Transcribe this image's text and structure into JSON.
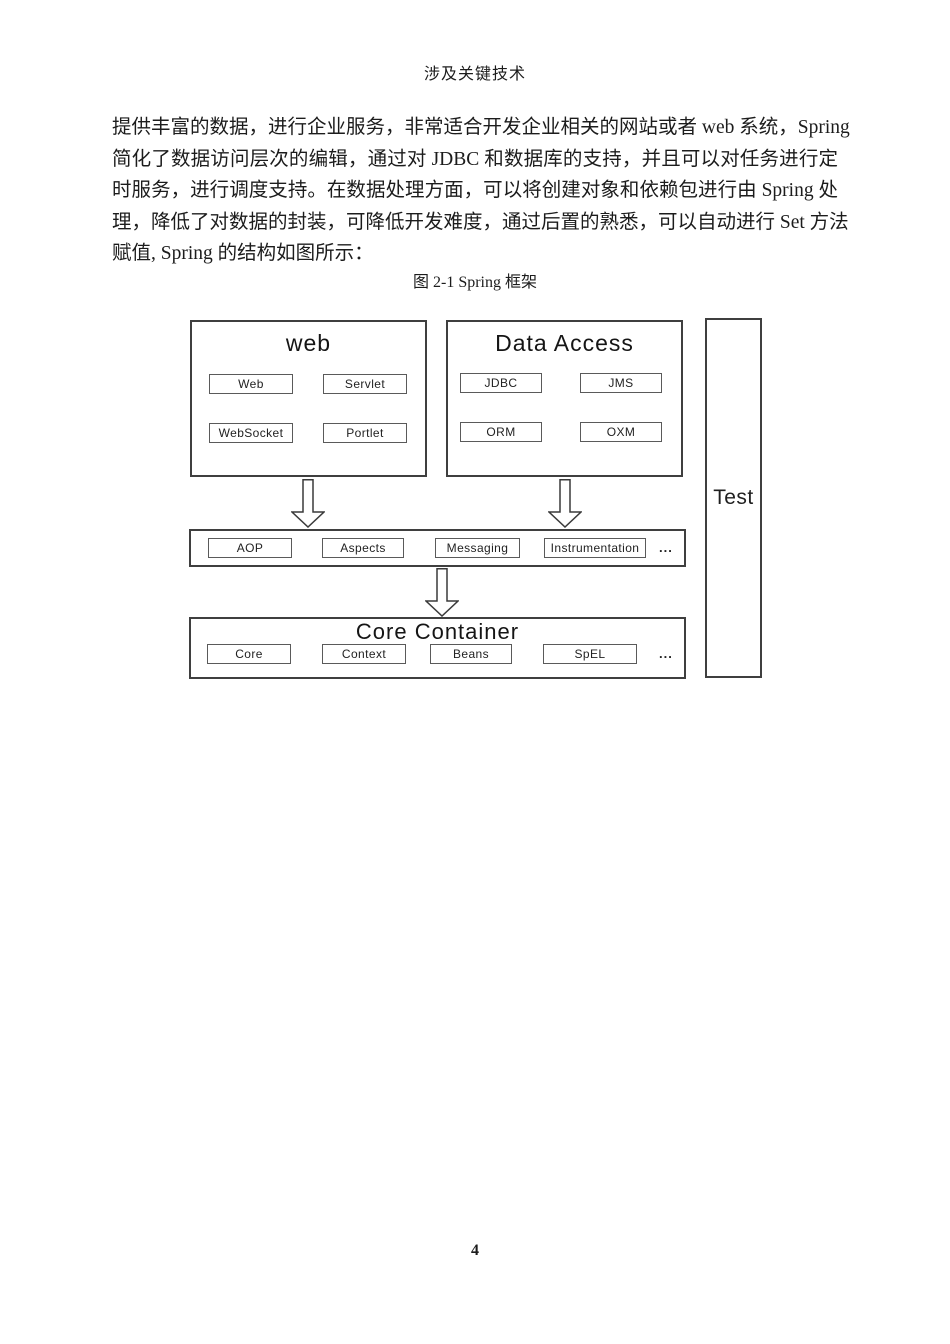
{
  "ink_color": "#1c1c1c",
  "border_color": "#3f3f3f",
  "page": {
    "header": "涉及关键技术",
    "number": "4"
  },
  "paragraph": {
    "lines": [
      "提供丰富的数据，进行企业服务，非常适合开发企业相关的网站或者 web 系统，Spring",
      "简化了数据访问层次的编辑，通过对 JDBC 和数据库的支持，并且可以对任务进行定",
      "时服务，进行调度支持。在数据处理方面，可以将创建对象和依赖包进行由 Spring 处",
      "理，降低了对数据的封装，可降低开发难度，通过后置的熟悉，可以自动进行 Set 方法",
      "赋值, Spring 的结构如图所示："
    ]
  },
  "figure": {
    "caption": "图 2-1 Spring 框架",
    "diagram": {
      "web": {
        "title": "web",
        "items": [
          "Web",
          "Servlet",
          "WebSocket",
          "Portlet"
        ]
      },
      "data_access": {
        "title": "Data Access",
        "items": [
          "JDBC",
          "JMS",
          "ORM",
          "OXM"
        ]
      },
      "middleware": {
        "items": [
          "AOP",
          "Aspects",
          "Messaging",
          "Instrumentation"
        ],
        "more": "..."
      },
      "core": {
        "title": "Core Container",
        "items": [
          "Core",
          "Context",
          "Beans",
          "SpEL"
        ],
        "more": "..."
      },
      "test": {
        "title": "Test"
      }
    }
  }
}
